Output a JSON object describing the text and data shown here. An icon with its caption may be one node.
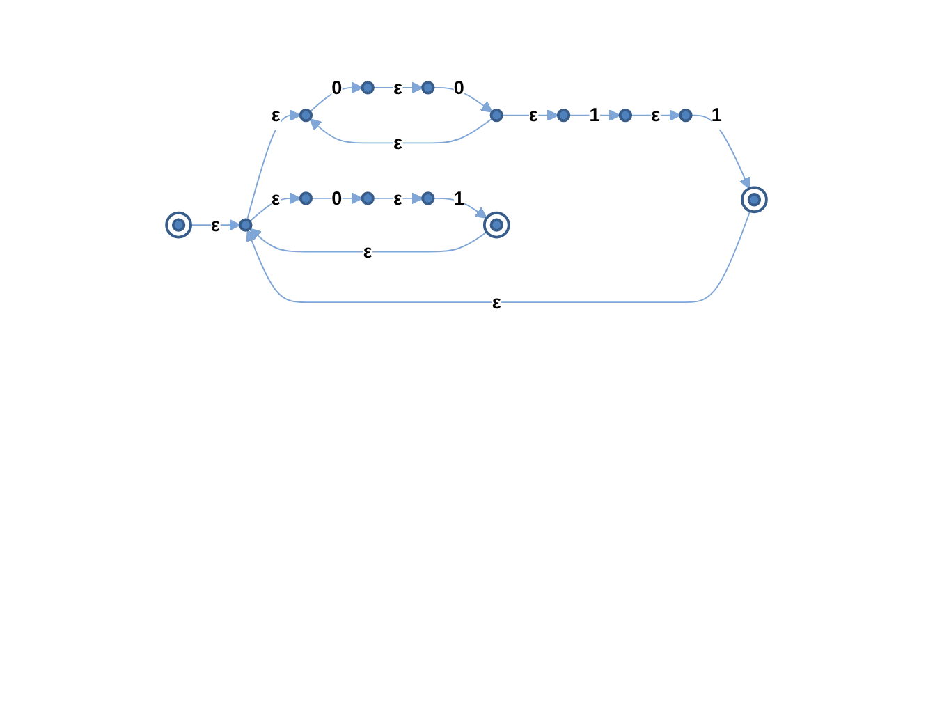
{
  "diagram": {
    "nodes": [
      {
        "text": [],
        "shape": "circle"
      },
      {
        "text": [],
        "shape": "circle"
      },
      {
        "text": [],
        "shape": "circle"
      },
      {
        "text": [],
        "shape": "circle"
      },
      {
        "text": [],
        "shape": "circle"
      },
      {
        "text": [],
        "shape": "circle"
      },
      {
        "text": [],
        "shape": "circle"
      },
      {
        "text": [],
        "shape": "doublecircle"
      },
      {
        "text": [],
        "shape": "doublecircle"
      },
      {
        "text": [],
        "shape": "circle"
      },
      {
        "text": [],
        "shape": "circle"
      },
      {
        "text": [],
        "shape": "circle"
      },
      {
        "text": [],
        "shape": "circle"
      },
      {
        "text": [],
        "shape": "doublecircle"
      }
    ],
    "edges": [
      {
        "from": 8,
        "to": 9,
        "arrow": "to",
        "label": "ε"
      },
      {
        "from": 9,
        "to": 0,
        "arrow": "to",
        "label": "ε"
      },
      {
        "from": 0,
        "to": 1,
        "arrow": "to",
        "label": "0"
      },
      {
        "from": 1,
        "to": 2,
        "arrow": "to",
        "label": "ε"
      },
      {
        "from": 2,
        "to": 3,
        "arrow": "to",
        "label": "0"
      },
      {
        "from": 3,
        "to": 4,
        "arrow": "to",
        "label": "ε"
      },
      {
        "from": 4,
        "to": 5,
        "arrow": "to",
        "label": "1"
      },
      {
        "from": 5,
        "to": 6,
        "arrow": "to",
        "label": "ε"
      },
      {
        "from": 6,
        "to": 7,
        "arrow": "to",
        "label": "1"
      },
      {
        "from": 3,
        "to": 0,
        "arrow": "to",
        "label": "ε"
      },
      {
        "from": 7,
        "to": 9,
        "arrow": "to",
        "label": "ε"
      },
      {
        "from": 9,
        "to": 10,
        "arrow": "to",
        "label": "ε"
      },
      {
        "from": 10,
        "to": 11,
        "arrow": "to",
        "label": "0"
      },
      {
        "from": 11,
        "to": 12,
        "arrow": "to",
        "label": "ε"
      },
      {
        "from": 12,
        "to": 13,
        "arrow": "to",
        "label": "1"
      },
      {
        "from": 13,
        "to": 9,
        "arrow": "to",
        "label": "ε"
      }
    ]
  }
}
